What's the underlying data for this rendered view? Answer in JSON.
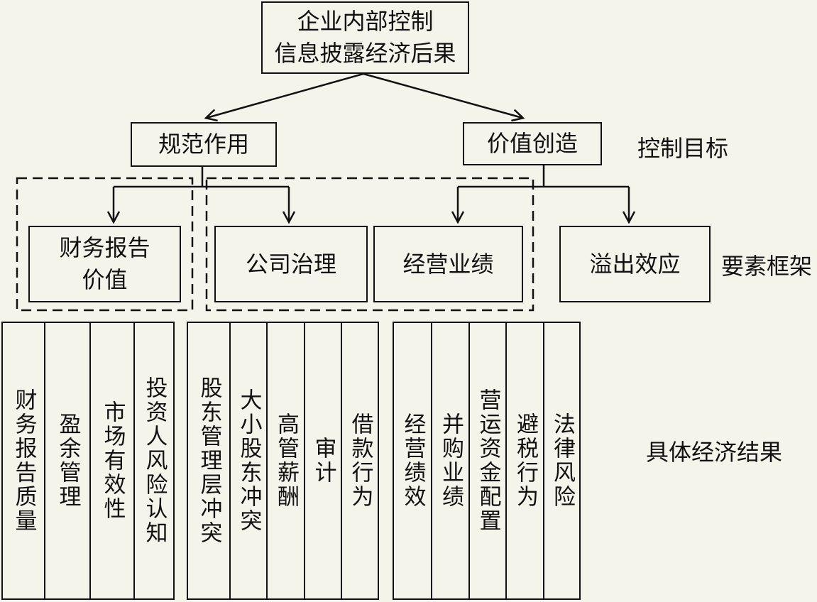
{
  "root": {
    "text": "企业内部控制\n信息披露经济后果"
  },
  "level1": {
    "left": "规范作用",
    "right": "价值创造"
  },
  "level2": {
    "financial_report_value": "财务报告\n价值",
    "corporate_governance": "公司治理",
    "operating_performance": "经营业绩",
    "spillover_effect": "溢出效应"
  },
  "side_labels": {
    "control_objective": "控制目标",
    "element_framework": "要素框架",
    "specific_economic_results": "具体经济结果"
  },
  "group1": [
    "财务报告质量",
    "盈余管理",
    "市场有效性",
    "投资人风险认知"
  ],
  "group2": [
    "股东管理层冲突",
    "大小股东冲突",
    "高管薪酬",
    "审计",
    "借款行为"
  ],
  "group3": [
    "经营绩效",
    "并购业绩",
    "营运资金配置",
    "避税行为",
    "法律风险"
  ]
}
